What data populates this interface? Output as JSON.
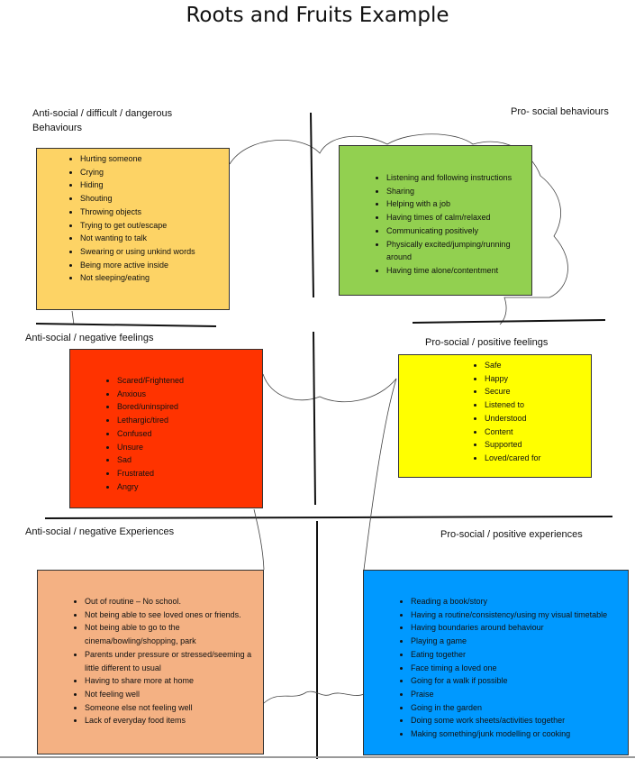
{
  "title": "Roots and Fruits Example",
  "colors": {
    "anti_behaviours": "#fdd365",
    "pro_behaviours": "#92d050",
    "anti_feelings": "#ff3300",
    "pro_feelings": "#ffff00",
    "anti_experiences": "#f4b183",
    "pro_experiences": "#0099ff"
  },
  "labels": {
    "anti_behaviours": "Anti-social / difficult / dangerous Behaviours",
    "pro_behaviours": "Pro- social behaviours",
    "anti_feelings": "Anti-social / negative feelings",
    "pro_feelings": "Pro-social / positive feelings",
    "anti_experiences": "Anti-social / negative Experiences",
    "pro_experiences": "Pro-social / positive experiences"
  },
  "anti_behaviours": [
    "Hurting someone",
    "Crying",
    "Hiding",
    "Shouting",
    "Throwing objects",
    "Trying to get out/escape",
    "Not wanting to talk",
    "Swearing or using unkind words",
    "Being more active inside",
    "Not sleeping/eating"
  ],
  "pro_behaviours": [
    "Listening and following instructions",
    "Sharing",
    "Helping with a job",
    "Having times of calm/relaxed",
    "Communicating positively",
    "Physically excited/jumping/running around",
    "Having time alone/contentment"
  ],
  "anti_feelings": [
    "Scared/Frightened",
    "Anxious",
    "Bored/uninspired",
    "Lethargic/tired",
    "Confused",
    "Unsure",
    "Sad",
    "Frustrated",
    "Angry"
  ],
  "pro_feelings": [
    "Safe",
    "Happy",
    "Secure",
    "Listened to",
    "Understood",
    "Content",
    "Supported",
    "Loved/cared for"
  ],
  "anti_experiences": [
    "Out of routine – No school.",
    "Not being able to see loved ones or friends.",
    "Not being able to go to the cinema/bowling/shopping, park",
    "Parents under pressure or stressed/seeming a little different to usual",
    "Having to share more at home",
    "Not feeling well",
    "Someone else not feeling well",
    "Lack of everyday food items"
  ],
  "pro_experiences": [
    "Reading a book/story",
    "Having a routine/consistency/using my visual timetable",
    "Having boundaries around behaviour",
    "Playing a game",
    "Eating together",
    "Face timing a loved one",
    "Going for a walk if possible",
    "Praise",
    "Going in the garden",
    "Doing some work sheets/activities together",
    "Making something/junk modelling or cooking"
  ]
}
